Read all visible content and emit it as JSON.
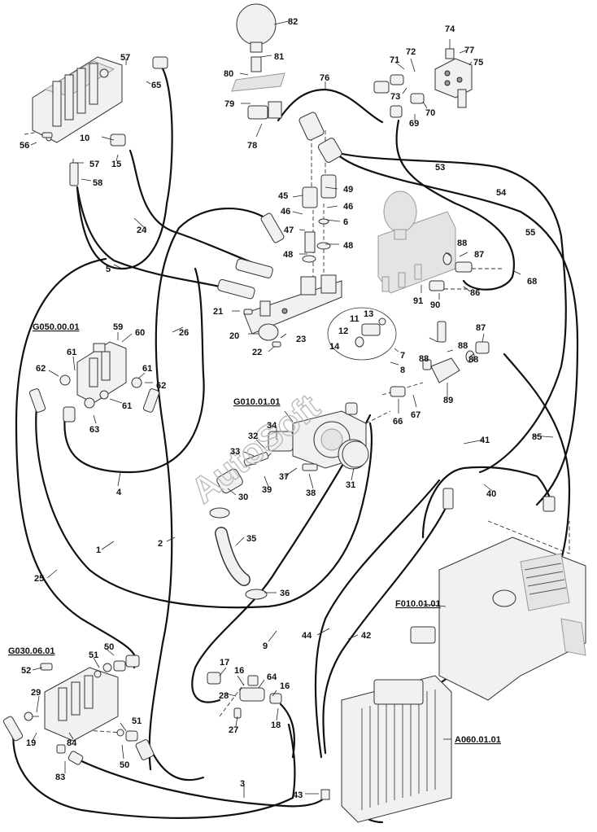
{
  "watermark": "AutoSoft",
  "references": [
    "G050.00.01",
    "G010.01.01",
    "G030.06.01",
    "F010.01.01",
    "A060.01.01"
  ],
  "part_numbers": [
    "1",
    "2",
    "3",
    "4",
    "5",
    "6",
    "7",
    "8",
    "9",
    "10",
    "11",
    "12",
    "13",
    "14",
    "15",
    "16",
    "16",
    "17",
    "18",
    "19",
    "20",
    "21",
    "22",
    "23",
    "24",
    "25",
    "26",
    "27",
    "28",
    "29",
    "30",
    "31",
    "32",
    "33",
    "34",
    "35",
    "36",
    "37",
    "38",
    "39",
    "40",
    "41",
    "42",
    "43",
    "44",
    "45",
    "46",
    "46",
    "47",
    "48",
    "48",
    "49",
    "50",
    "50",
    "51",
    "51",
    "52",
    "53",
    "54",
    "55",
    "56",
    "57",
    "57",
    "58",
    "59",
    "60",
    "61",
    "61",
    "61",
    "62",
    "62",
    "63",
    "64",
    "65",
    "66",
    "67",
    "68",
    "69",
    "70",
    "71",
    "72",
    "73",
    "74",
    "75",
    "76",
    "77",
    "78",
    "79",
    "80",
    "81",
    "82",
    "83",
    "84",
    "85",
    "86",
    "87",
    "87",
    "88",
    "88",
    "88",
    "88",
    "89",
    "90",
    "91"
  ]
}
